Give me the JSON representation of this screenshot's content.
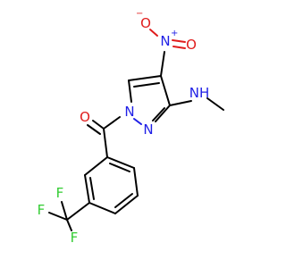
{
  "molecule": {
    "colors": {
      "bond": "#000000",
      "nitrogen": "#1f1fe6",
      "oxygen": "#e01c1c",
      "fluorine": "#33cc33"
    },
    "atoms": {
      "ring_n1": "N",
      "ring_n2": "N",
      "nitro_n": "N",
      "nitro_plus": "+",
      "nitro_o_minus": "O",
      "nitro_minus": "−",
      "nitro_o": "O",
      "amine_nh": "NH",
      "carbonyl_o": "O",
      "f_top": "F",
      "f_left": "F",
      "f_bottom": "F"
    }
  }
}
